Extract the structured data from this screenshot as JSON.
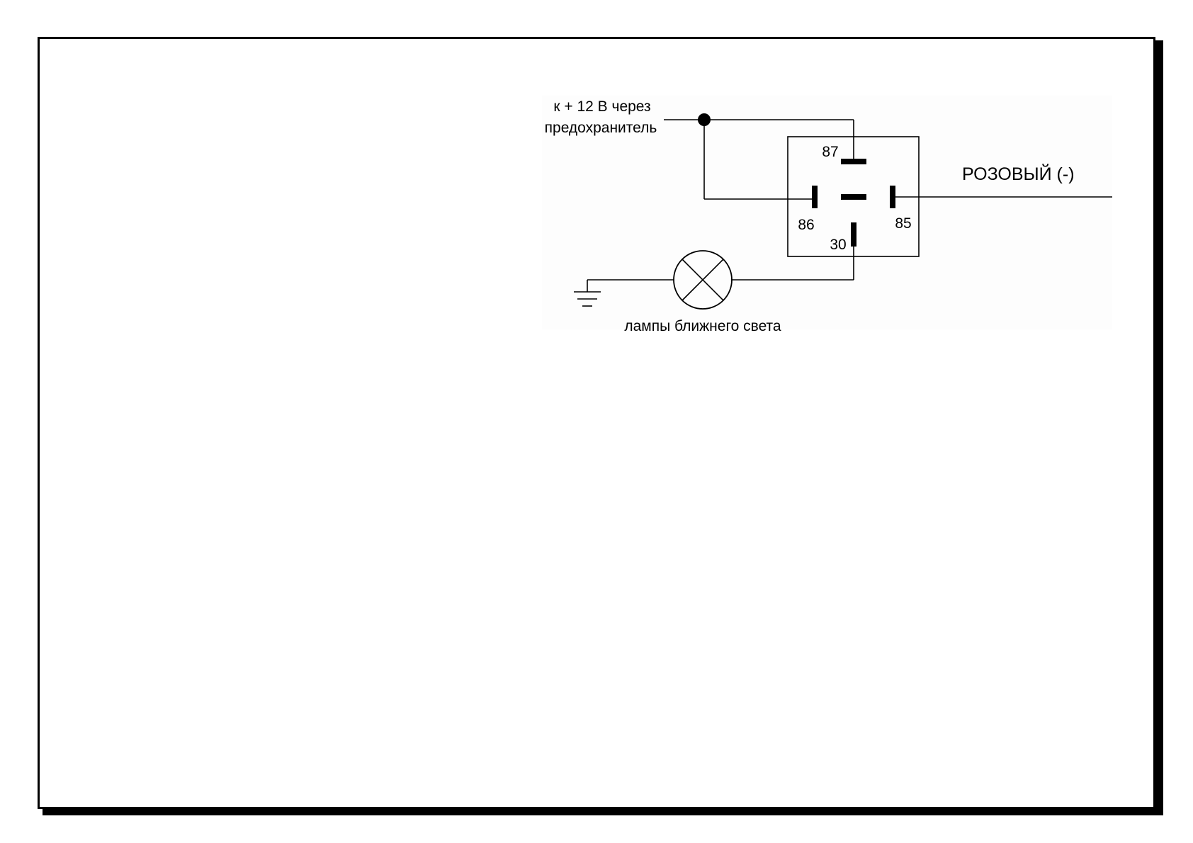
{
  "diagram": {
    "supply_label_line1": "к + 12 В через",
    "supply_label_line2": "предохранитель",
    "control_wire_label": "РОЗОВЫЙ (-)",
    "lamp_label": "лампы ближнего света",
    "relay_pins": {
      "p87": "87",
      "p86": "86",
      "p85": "85",
      "p30": "30"
    }
  },
  "colors": {
    "line": "#000000",
    "background": "#ffffff"
  }
}
